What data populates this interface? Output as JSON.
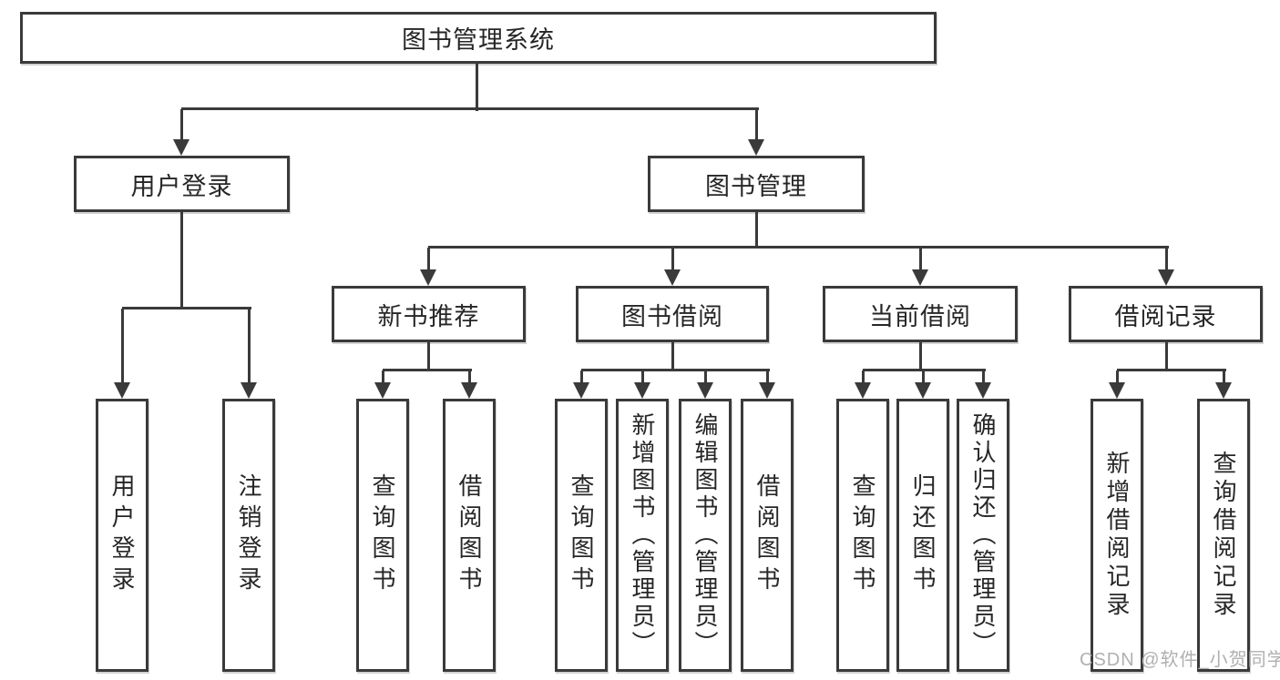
{
  "tree": {
    "label": "图书管理系统",
    "children": [
      {
        "label": "用户登录",
        "children": [
          {
            "label": "用户登录"
          },
          {
            "label": "注销登录"
          }
        ]
      },
      {
        "label": "图书管理",
        "children": [
          {
            "label": "新书推荐",
            "children": [
              {
                "label": "查询图书"
              },
              {
                "label": "借阅图书"
              }
            ]
          },
          {
            "label": "图书借阅",
            "children": [
              {
                "label": "查询图书"
              },
              {
                "label": "新增图书（管理员）"
              },
              {
                "label": "编辑图书（管理员）"
              },
              {
                "label": "借阅图书"
              }
            ]
          },
          {
            "label": "当前借阅",
            "children": [
              {
                "label": "查询图书"
              },
              {
                "label": "归还图书"
              },
              {
                "label": "确认归还（管理员）"
              }
            ]
          },
          {
            "label": "借阅记录",
            "children": [
              {
                "label": "新增借阅记录"
              },
              {
                "label": "查询借阅记录"
              }
            ]
          }
        ]
      }
    ]
  },
  "watermark": {
    "text": "CSDN @软件_小贺同学",
    "color": "#b0b0b0"
  },
  "colors": {
    "line": "#3a3a3a",
    "box_border": "#3a3a3a",
    "box_fill": "#ffffff",
    "text": "#262626",
    "background": "#ffffff"
  }
}
